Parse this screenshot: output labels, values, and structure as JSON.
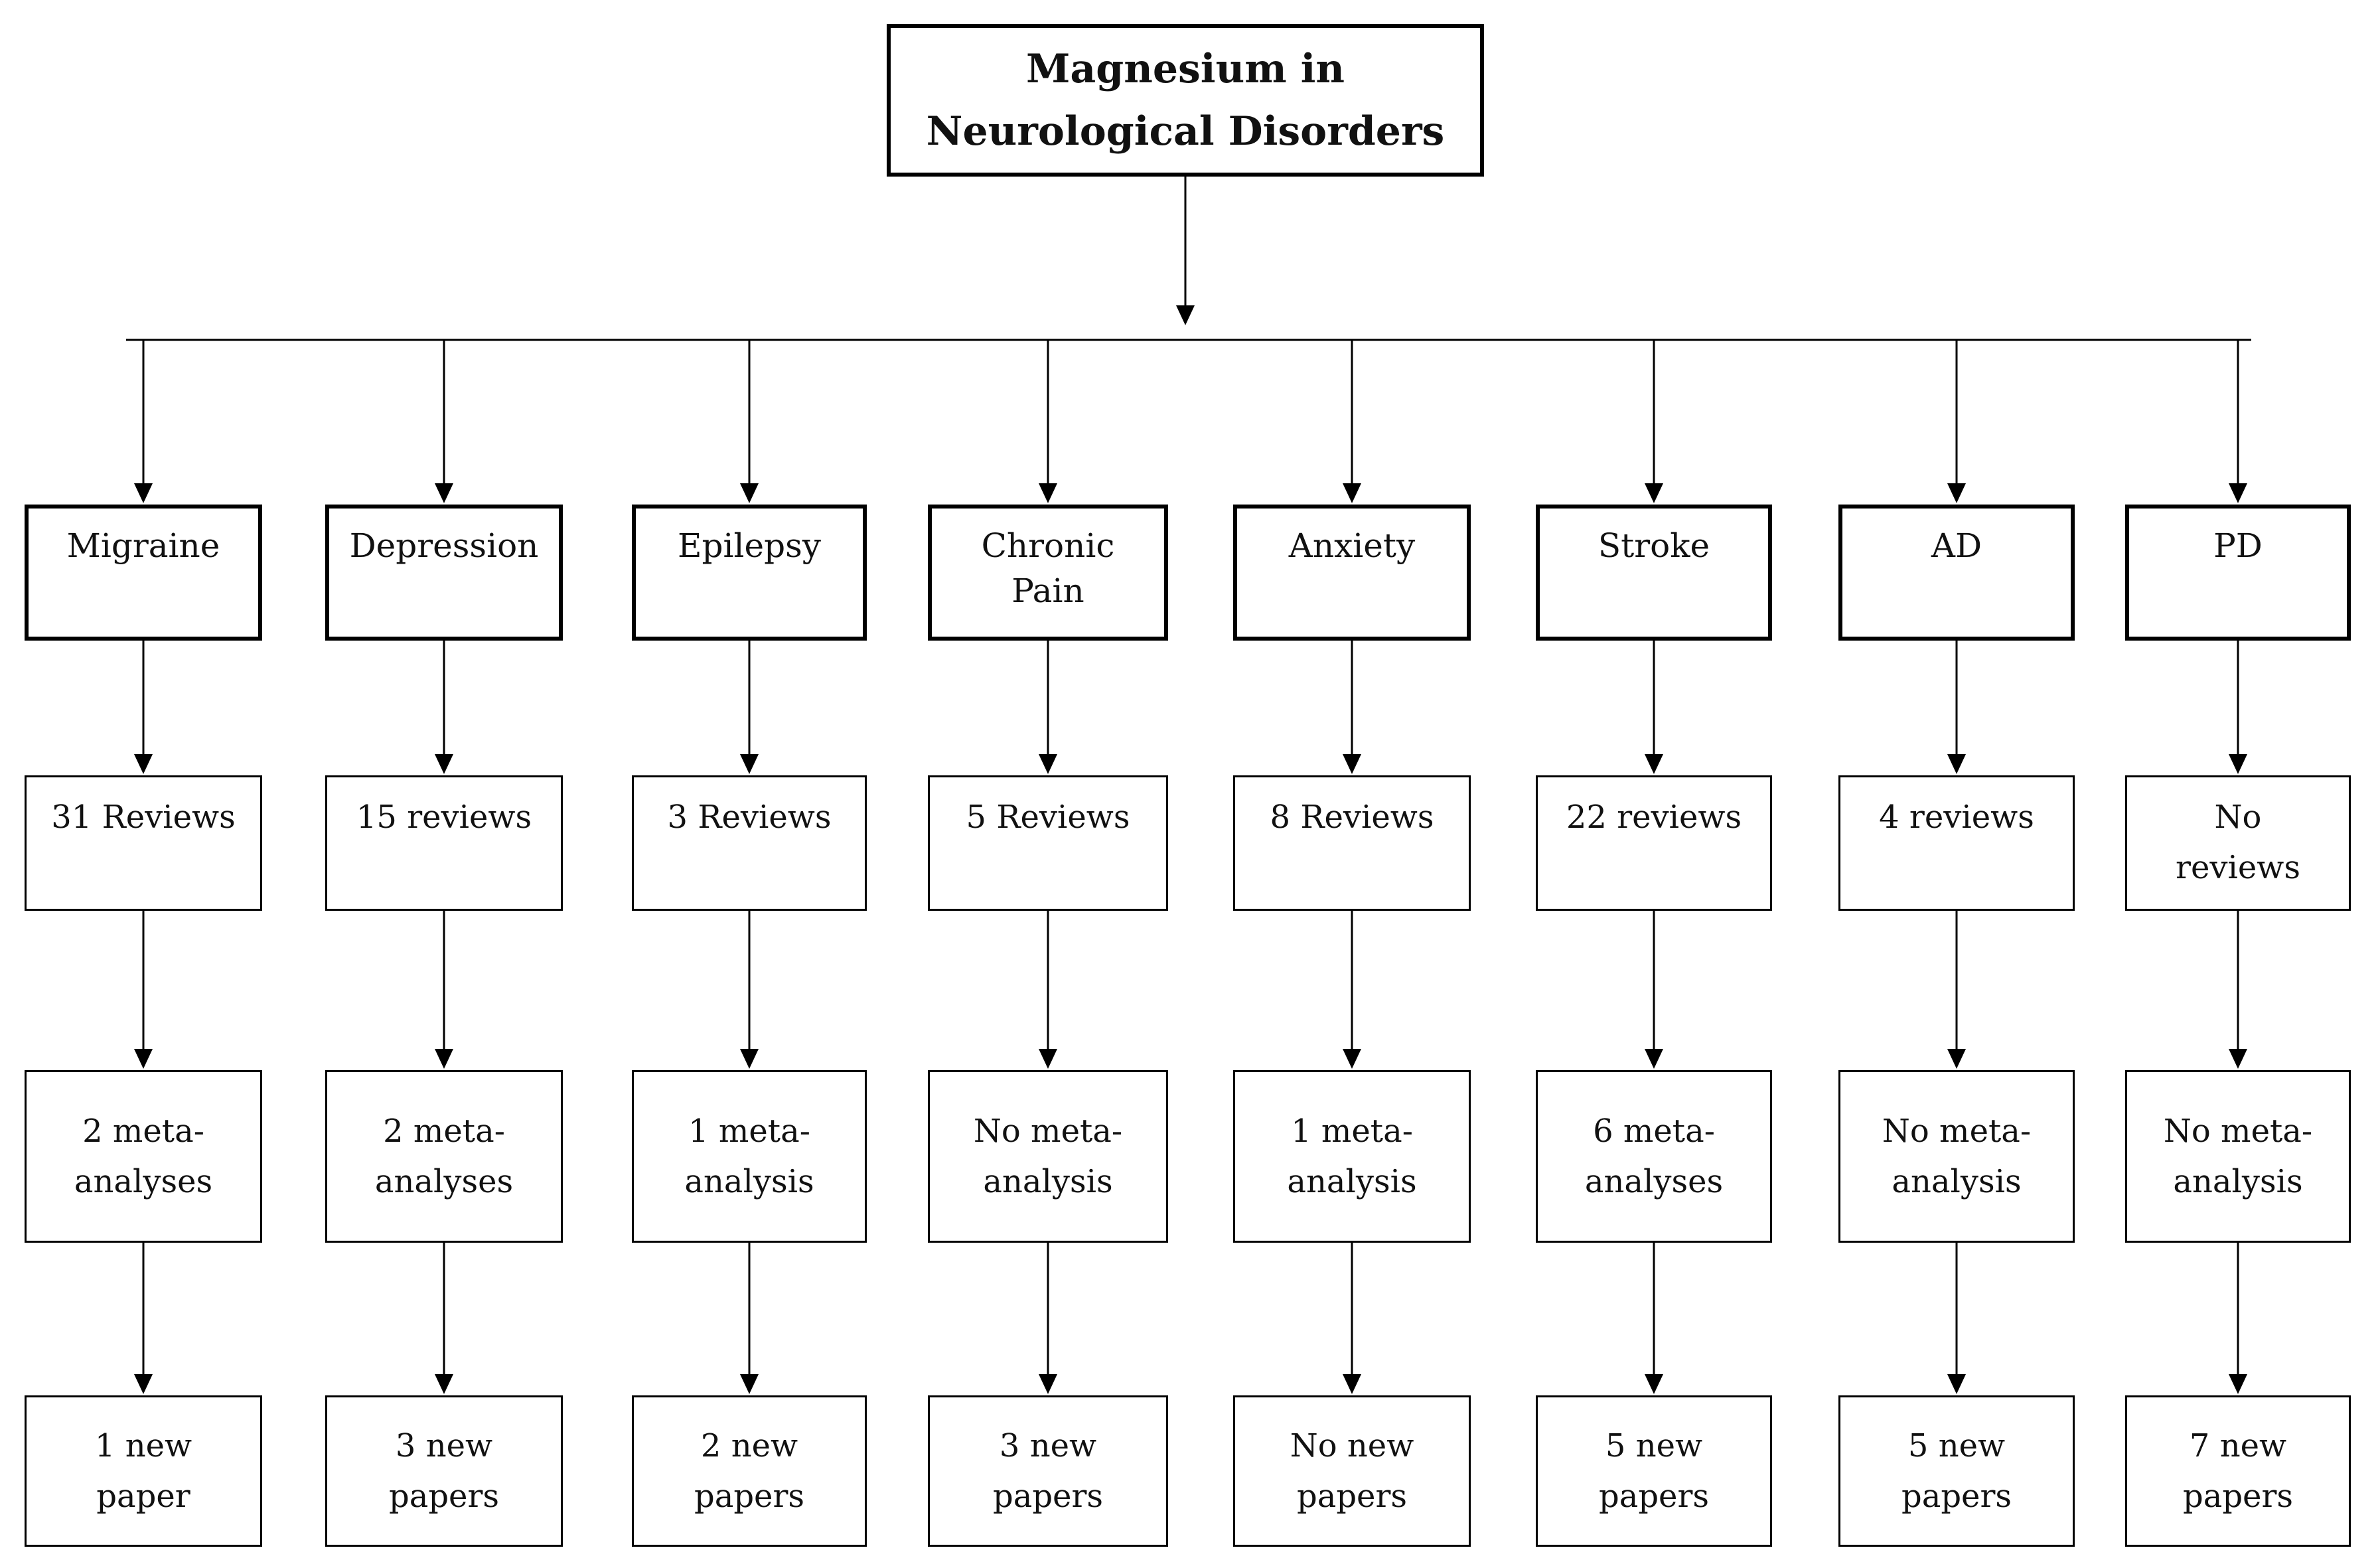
{
  "root": {
    "label": "Magnesium in\nNeurological Disorders"
  },
  "columns": [
    {
      "category": "Migraine",
      "reviews": "31 Reviews",
      "meta": "2 meta-\nanalyses",
      "papers": "1 new\npaper"
    },
    {
      "category": "Depression",
      "reviews": "15 reviews",
      "meta": "2 meta-\nanalyses",
      "papers": "3 new\npapers"
    },
    {
      "category": "Epilepsy",
      "reviews": "3 Reviews",
      "meta": "1 meta-\nanalysis",
      "papers": "2 new\npapers"
    },
    {
      "category": "Chronic\nPain",
      "reviews": "5 Reviews",
      "meta": "No meta-\nanalysis",
      "papers": "3 new\npapers"
    },
    {
      "category": "Anxiety",
      "reviews": "8 Reviews",
      "meta": "1 meta-\nanalysis",
      "papers": "No new\npapers"
    },
    {
      "category": "Stroke",
      "reviews": "22 reviews",
      "meta": "6 meta-\nanalyses",
      "papers": "5 new\npapers"
    },
    {
      "category": "AD",
      "reviews": "4 reviews",
      "meta": "No meta-\nanalysis",
      "papers": "5 new\npapers"
    },
    {
      "category": "PD",
      "reviews": "No\nreviews",
      "meta": "No meta-\nanalysis",
      "papers": "7 new\npapers"
    }
  ]
}
